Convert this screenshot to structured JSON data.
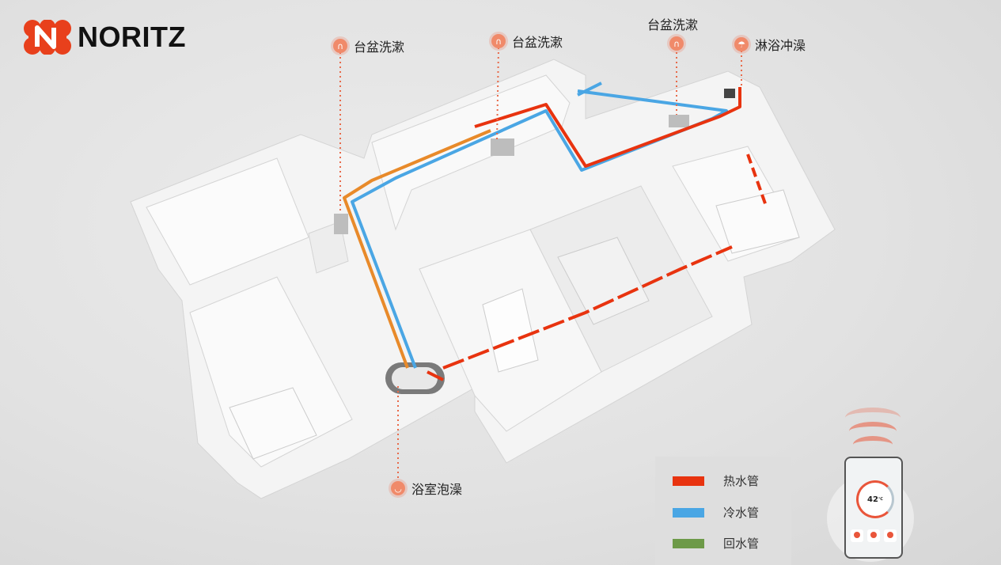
{
  "brand": {
    "name": "NORITZ",
    "logo_letter": "N",
    "color": "#e8401c"
  },
  "fixtures": [
    {
      "label": "台盆洗漱",
      "icon": "faucet-icon"
    },
    {
      "label": "台盆洗漱",
      "icon": "faucet-icon"
    },
    {
      "label": "台盆洗漱",
      "icon": "faucet-icon"
    },
    {
      "label": "淋浴冲澡",
      "icon": "shower-icon"
    },
    {
      "label": "浴室泡澡",
      "icon": "bathtub-icon"
    }
  ],
  "legend": [
    {
      "label": "热水管",
      "color": "#e8330f"
    },
    {
      "label": "冷水管",
      "color": "#4aa6e4"
    },
    {
      "label": "回水管",
      "color": "#6d9a48"
    }
  ],
  "phone": {
    "temperature": "42",
    "unit": "℃"
  }
}
